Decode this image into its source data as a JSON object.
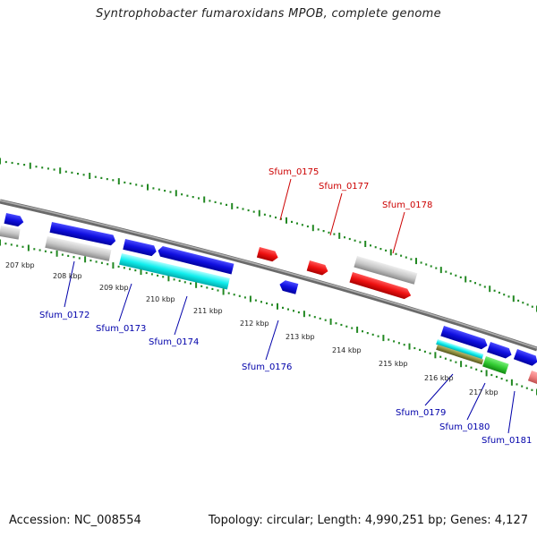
{
  "title": "Syntrophobacter fumaroxidans MPOB, complete genome",
  "accession": "Accession: NC_008554",
  "topology": "Topology: circular; Length: 4,990,251 bp; Genes: 4,127",
  "colors": {
    "blue": "#1010e0",
    "red": "#ee1111",
    "cyan": "#11eeee",
    "grey": "#c8c8c8",
    "green": "#33cc33",
    "olive": "#8a8a3a",
    "pink": "#f08080",
    "backbone": "#808080",
    "tick": "#228822",
    "label_forward": "#cc0000",
    "label_reverse": "#0000aa"
  },
  "kbp_labels": [
    "207 kbp",
    "208 kbp",
    "209 kbp",
    "210 kbp",
    "211 kbp",
    "212 kbp",
    "213 kbp",
    "214 kbp",
    "215 kbp",
    "216 kbp",
    "217 kbp"
  ],
  "gene_labels": [
    "Sfum_0172",
    "Sfum_0173",
    "Sfum_0174",
    "Sfum_0175",
    "Sfum_0176",
    "Sfum_0177",
    "Sfum_0178",
    "Sfum_0179",
    "Sfum_0180",
    "Sfum_0181"
  ]
}
